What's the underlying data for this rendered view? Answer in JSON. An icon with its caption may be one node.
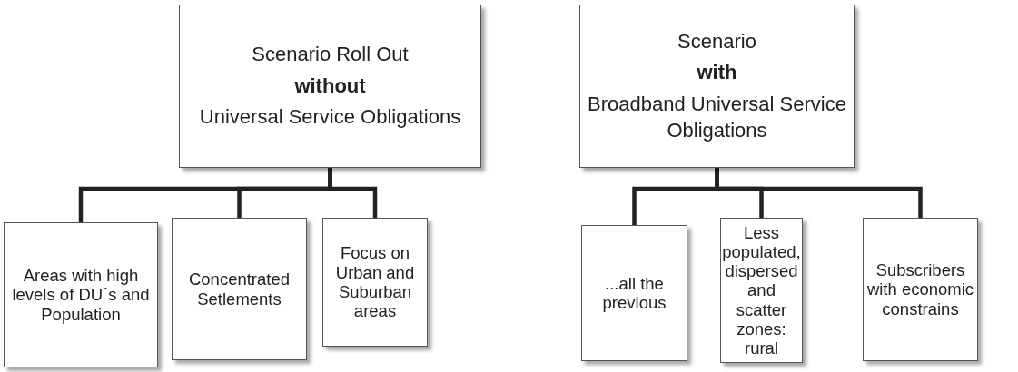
{
  "diagram": {
    "nodes": [
      {
        "text": [
          "Scenario Roll Out",
          "without",
          "Universal Service Obligations"
        ]
      },
      {
        "text": [
          "Areas with high levels of DU´s and Population"
        ]
      },
      {
        "text": [
          "Concentrated Setlements"
        ]
      },
      {
        "text": [
          "Focus on Urban and Suburban areas"
        ]
      },
      {
        "text": [
          "Scenario",
          "with",
          "Broadband Universal Service Obligations"
        ]
      },
      {
        "text": [
          "...all the previous"
        ]
      },
      {
        "text": [
          "Less populated, dispersed and scatter zones: rural"
        ]
      },
      {
        "text": [
          "Subscribers with economic constrains"
        ]
      }
    ],
    "edges": [
      {
        "from": 0,
        "to": 1,
        "arrow": "none"
      },
      {
        "from": 0,
        "to": 2,
        "arrow": "none"
      },
      {
        "from": 0,
        "to": 3,
        "arrow": "none"
      },
      {
        "from": 4,
        "to": 5,
        "arrow": "none"
      },
      {
        "from": 4,
        "to": 6,
        "arrow": "none"
      },
      {
        "from": 4,
        "to": 7,
        "arrow": "none"
      }
    ]
  }
}
